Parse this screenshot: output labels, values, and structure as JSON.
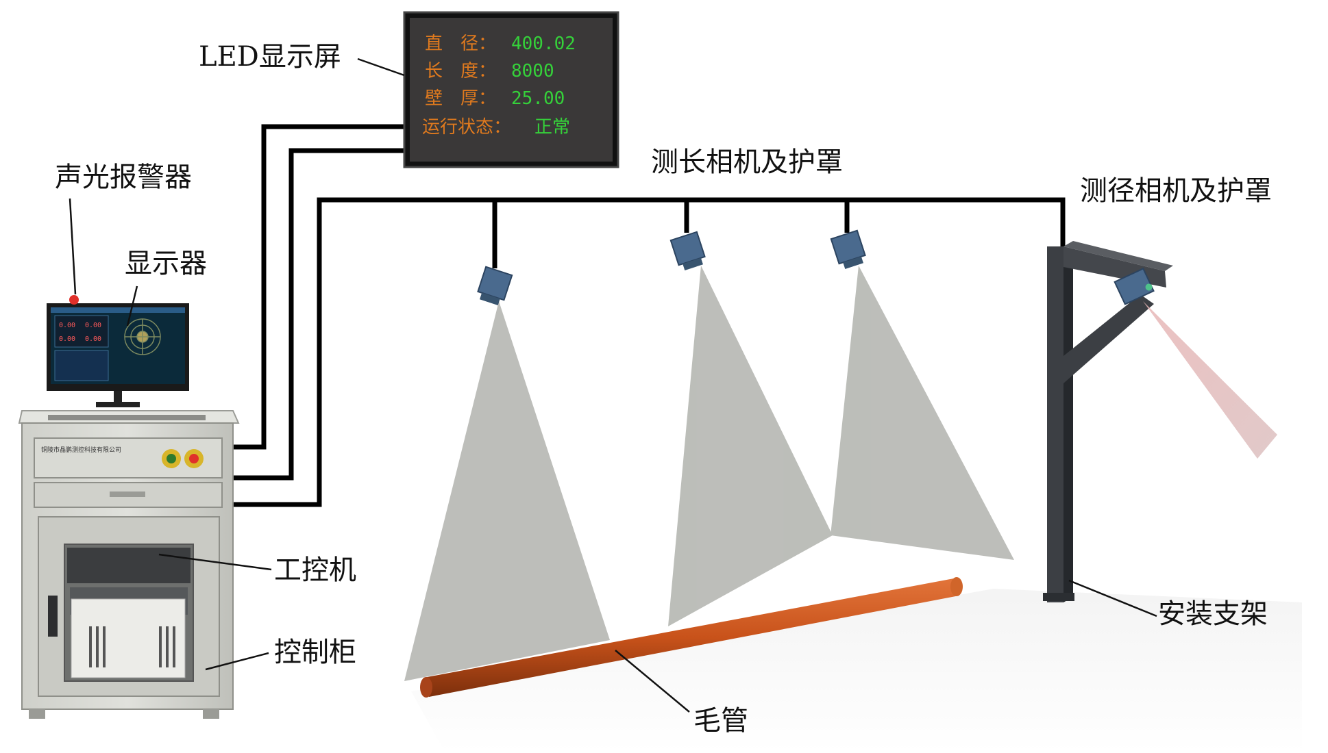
{
  "labels": {
    "led_screen": "LED显示屏",
    "alarm": "声光报警器",
    "monitor": "显示器",
    "length_cameras": "测长相机及护罩",
    "diameter_camera": "测径相机及护罩",
    "ipc": "工控机",
    "cabinet": "控制柜",
    "pipe": "毛管",
    "bracket": "安装支架"
  },
  "led_display": {
    "diameter_label": "直　径：",
    "diameter_value": "400.02",
    "length_label": "长　度：",
    "length_value": "8000",
    "wall_label": "壁　厚：",
    "wall_value": "25.00",
    "status_label": "运行状态：",
    "status_value": "正常"
  },
  "monitor_screen": {
    "readings": [
      "0.00",
      "0.00",
      "0.00",
      "0.00"
    ]
  },
  "cabinet_plate": "铜陵市晶鹏测控科技有限公司",
  "colors": {
    "led_label": "#e07a1e",
    "led_value": "#35d13a",
    "cable": "#000000",
    "camera": "#4a6a8e",
    "beam": "#b9bbb6",
    "pipe": "#c8521a",
    "bracket": "#3c3f44",
    "cabinet": "#d5d6d0"
  }
}
